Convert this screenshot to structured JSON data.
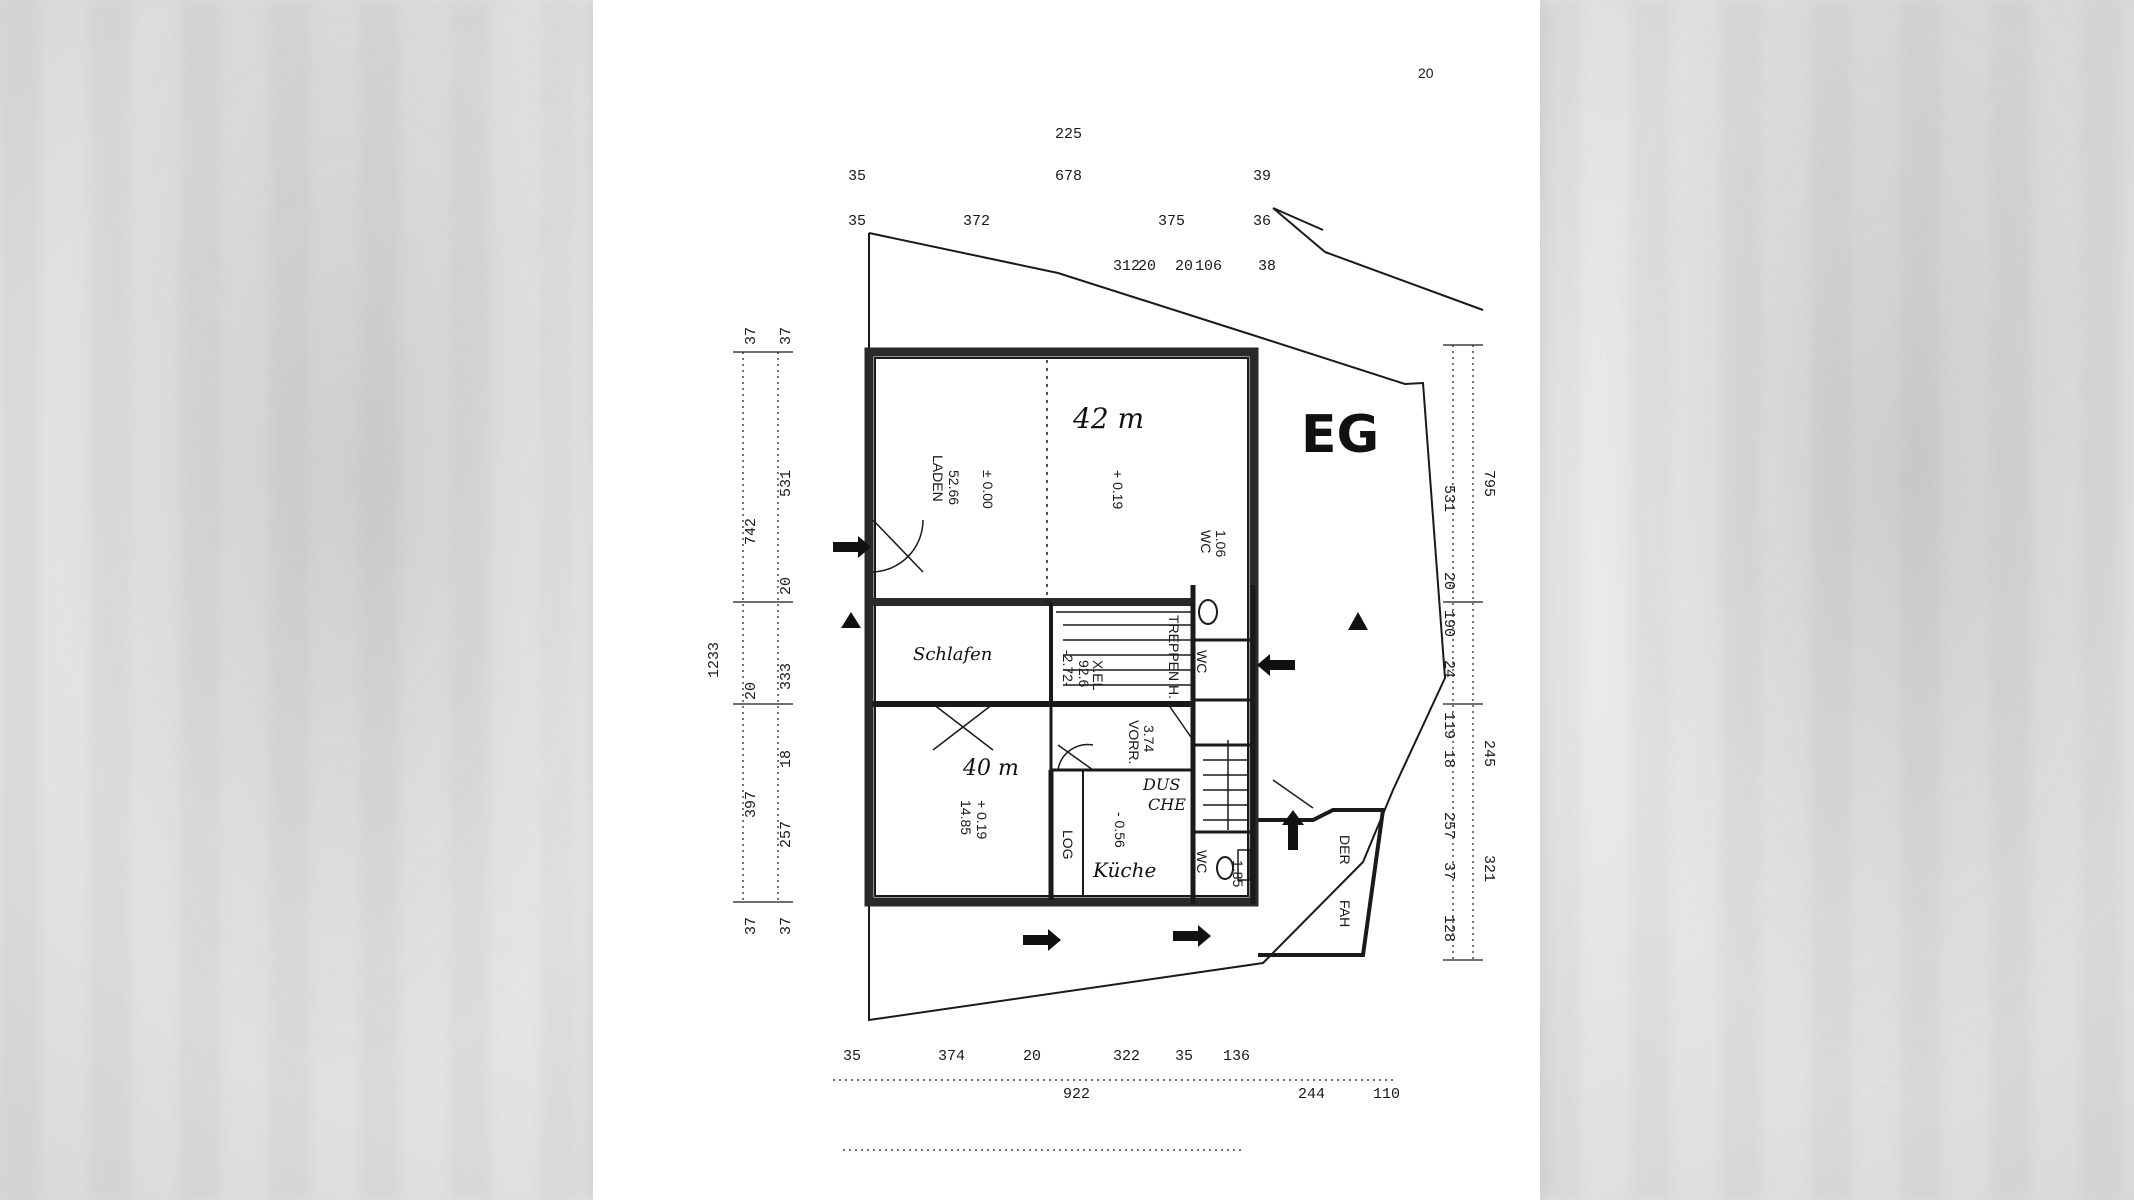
{
  "page": {
    "number": "20"
  },
  "floor": {
    "label": "EG"
  },
  "areas": {
    "upper": "42 m",
    "lower": "40 m"
  },
  "rooms": {
    "laden": {
      "name": "LADEN",
      "area": "52.66"
    },
    "level_000": "± 0.00",
    "level_019_upper": "+ 0.19",
    "wc_upper": {
      "name": "WC",
      "area": "1.06"
    },
    "schlafen": "Schlafen",
    "treppen": "TREPPEN H.",
    "treppen_area": "92.6",
    "treppen_area2": "X.EL",
    "level_272": "-2.72-",
    "vorr": {
      "name": "VORR.",
      "area": "3.74"
    },
    "dusche": [
      "DUS",
      "CHE"
    ],
    "room_lower": {
      "area": "14.85",
      "level": "+ 0.19"
    },
    "level_056": "- 0.56",
    "loggia": "LOG",
    "kueche": "Küche",
    "wc_lower": {
      "name": "WC",
      "area": "1.85"
    },
    "fahrrader": [
      "FAH",
      "DER"
    ],
    "wc_mid": "WC"
  },
  "dims_top": [
    "225",
    "678",
    "35",
    "35",
    "312",
    "375",
    "39",
    "36",
    "38",
    "372",
    "20",
    "106",
    "20"
  ],
  "dims_left": [
    "37",
    "37",
    "531",
    "742",
    "20",
    "1233",
    "333",
    "20",
    "18",
    "397",
    "257",
    "37",
    "37"
  ],
  "dims_right": [
    "531",
    "795",
    "20",
    "190",
    "24",
    "119",
    "18",
    "245",
    "257",
    "37",
    "321",
    "128"
  ],
  "dims_bottom": [
    "35",
    "374",
    "20",
    "322",
    "35",
    "136",
    "922",
    "244",
    "110"
  ],
  "colors": {
    "ink": "#1a1a1a",
    "paper": "#ffffff",
    "background": "#e9e9e9"
  }
}
